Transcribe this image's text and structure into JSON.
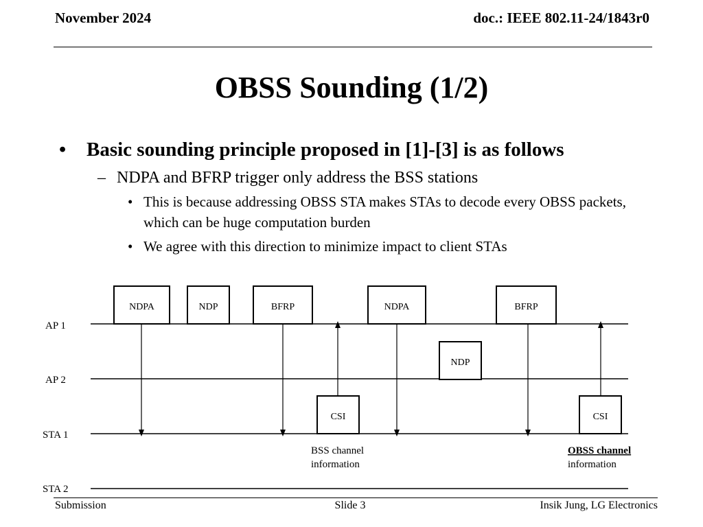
{
  "header": {
    "date": "November 2024",
    "doc_id": "doc.: IEEE 802.11-24/1843r0"
  },
  "title": "OBSS Sounding (1/2)",
  "bullets": {
    "level1": "Basic sounding principle proposed in [1]-[3] is as follows",
    "level2": "NDPA and BFRP trigger only address the BSS stations",
    "level3": [
      "This is because addressing OBSS STA  makes STAs to decode every OBSS packets, which can be huge computation burden",
      "We agree with this direction to minimize impact to client STAs"
    ]
  },
  "diagram": {
    "lanes": [
      "AP 1",
      "AP 2",
      "STA 1",
      "STA 2"
    ],
    "frames": {
      "ndpa_1": "NDPA",
      "ndp_1": "NDP",
      "bfrp_1": "BFRP",
      "ndpa_2": "NDPA",
      "bfrp_2": "BFRP",
      "ndp_2": "NDP",
      "csi_1": "CSI",
      "csi_2": "CSI"
    },
    "notes": {
      "bss_line1": "BSS channel",
      "bss_line2": "information",
      "obss_line1": "OBSS channel",
      "obss_line2": "information"
    }
  },
  "footer": {
    "left": "Submission",
    "center": "Slide 3",
    "right": "Insik Jung, LG Electronics"
  }
}
